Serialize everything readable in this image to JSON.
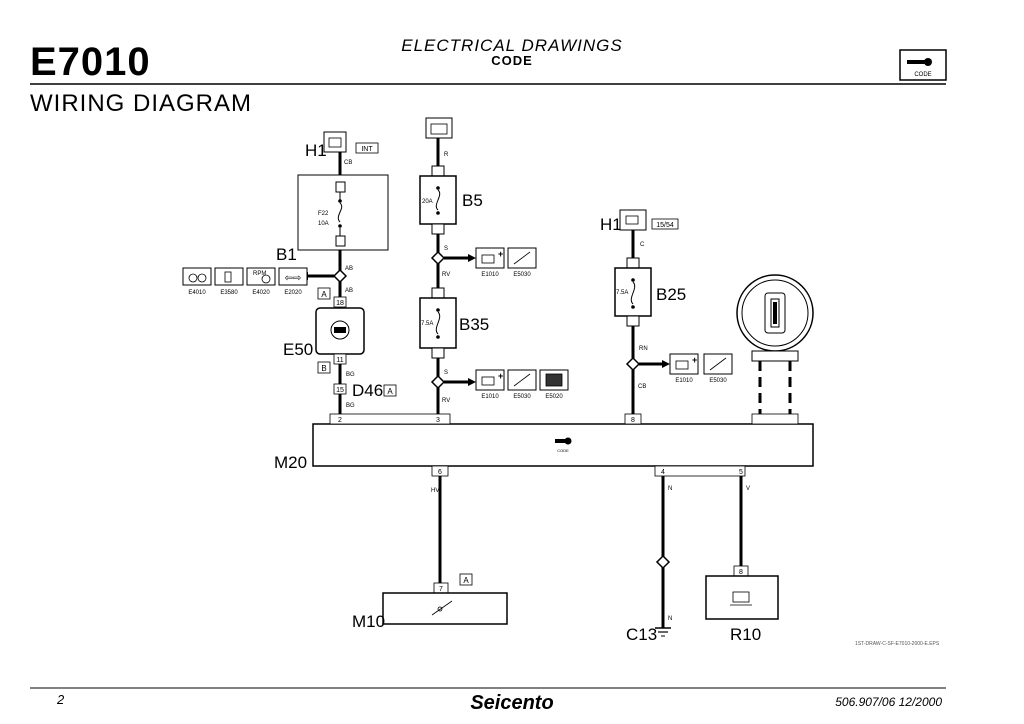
{
  "header": {
    "code": "E7010",
    "title": "ELECTRICAL DRAWINGS",
    "subtitle": "CODE",
    "section_title": "WIRING DIAGRAM",
    "logo_text": "CODE"
  },
  "components": {
    "h1_top": "H1",
    "h1_top_tag": "INT",
    "b1": "B1",
    "b1_fuse": "F22",
    "b1_rating": "10A",
    "e50": "E50",
    "d46": "D46",
    "b5": "B5",
    "b5_rating": "20A",
    "b35": "B35",
    "b35_rating": "7.5A",
    "h1_right": "H1",
    "h1_right_tag": "15/54",
    "b25": "B25",
    "b25_rating": "7.5A",
    "m20": "M20",
    "m20_logo": "CODE",
    "m10": "M10",
    "c13": "C13",
    "r10": "R10"
  },
  "refs": {
    "e4010": "E4010",
    "e3580": "E3580",
    "e4020": "E4020",
    "e2020": "E2020",
    "e1010": "E1010",
    "e5030": "E5030",
    "e5020": "E5020",
    "rpm": "RPM",
    "flag_a": "A",
    "flag_b": "B"
  },
  "wires": {
    "cb": "CB",
    "ab": "AB",
    "bg": "BG",
    "r": "R",
    "s": "S",
    "rv": "RV",
    "c": "C",
    "rn": "RN",
    "hv": "HV",
    "n": "N",
    "v": "V"
  },
  "pins": {
    "p18": "18",
    "p11": "11",
    "p15": "15",
    "p2": "2",
    "p3": "3",
    "p8": "8",
    "p6": "6",
    "p4": "4",
    "p5": "5",
    "p7": "7"
  },
  "footer": {
    "page": "2",
    "model": "Seicento",
    "ref": "506.907/06 12/2000",
    "file_ref": "1ST-DRAW-C-SF-E7010-2000-E.EPS"
  }
}
